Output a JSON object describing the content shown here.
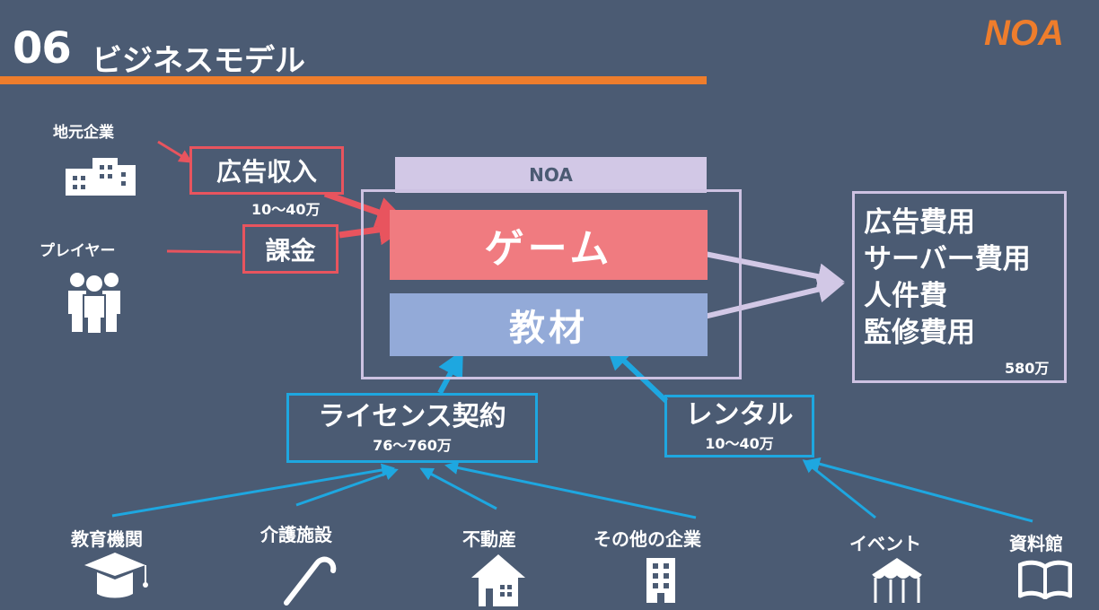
{
  "header": {
    "number": "06",
    "title": "ビジネスモデル",
    "logo_text": "NOA",
    "accent_color": "#ee7d2c"
  },
  "left": {
    "local_business_label": "地元企業",
    "local_business_icon": "building-icon",
    "player_label": "プレイヤー",
    "player_icon": "people-icon",
    "ad_revenue_label": "広告収入",
    "ad_revenue_amount": "10～40万",
    "billing_label": "課金"
  },
  "center": {
    "company_tab": "NOA",
    "game_label": "ゲーム",
    "material_label": "教材"
  },
  "costs": {
    "items": [
      "広告費用",
      "サーバー費用",
      "人件費",
      "監修費用"
    ],
    "total": "580万"
  },
  "licensing": {
    "label": "ライセンス契約",
    "amount": "76～760万"
  },
  "rental": {
    "label": "レンタル",
    "amount": "10～40万"
  },
  "bottom": {
    "education_label": "教育機関",
    "education_icon": "graduation-cap-icon",
    "care_label": "介護施設",
    "care_icon": "cane-icon",
    "real_estate_label": "不動産",
    "real_estate_icon": "house-icon",
    "other_label": "その他の企業",
    "other_icon": "office-building-icon",
    "event_label": "イベント",
    "event_icon": "tent-icon",
    "library_label": "資料館",
    "library_icon": "book-icon"
  },
  "colors": {
    "background": "#4b5b73",
    "red": "#e8545e",
    "blue": "#1ea7e0",
    "lavender": "#cdc2e2",
    "game": "#f07b80",
    "material": "#93aad8"
  }
}
